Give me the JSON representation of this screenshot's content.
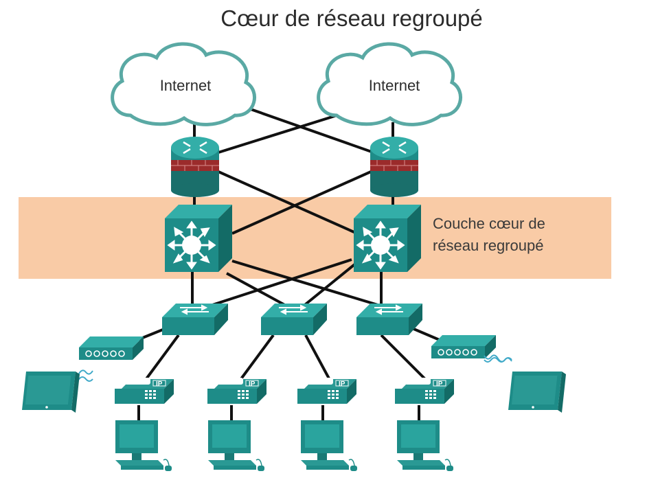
{
  "title": "Cœur de réseau regroupé",
  "clouds": [
    {
      "label": "Internet"
    },
    {
      "label": "Internet"
    }
  ],
  "layer": {
    "line1": "Couche cœur de",
    "line2": "réseau regroupé",
    "band_color": "#f9cba6"
  },
  "ip_label": "IP",
  "colors": {
    "device_teal": "#1e8c88",
    "device_top": "#33aea8",
    "device_dark": "#136b66",
    "cloud_stroke": "#5aa9a4",
    "firewall_red": "#9b2b2b",
    "link": "#111111"
  }
}
